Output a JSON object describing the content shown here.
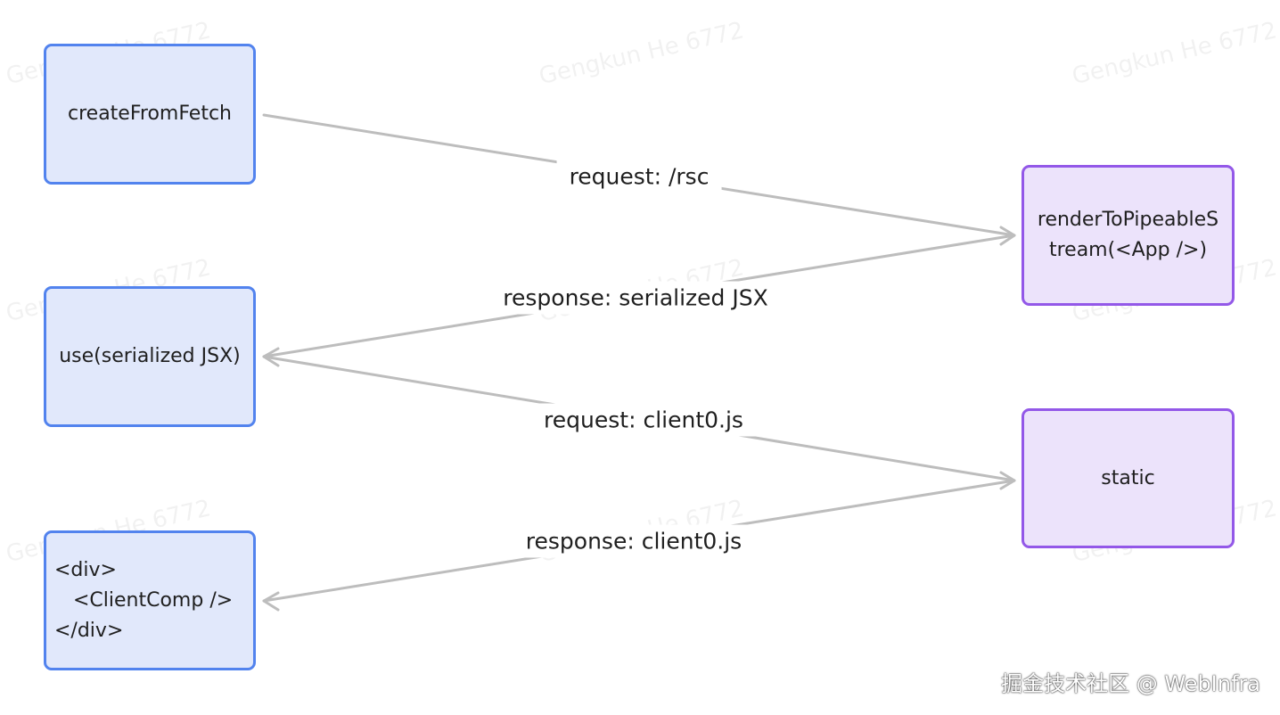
{
  "watermark": {
    "text": "Gengkun He 6772"
  },
  "colors": {
    "client_fill": "#e1e8fb",
    "client_border": "#5283ee",
    "server_fill": "#ece3fb",
    "server_border": "#9358e8",
    "edge": "#bdbdbd"
  },
  "nodes": {
    "create_from_fetch": {
      "label": "createFromFetch"
    },
    "use_serialized_jsx": {
      "label": "use(serialized JSX)"
    },
    "client_comp_tree": {
      "label": "<div>\n   <ClientComp />\n</div>"
    },
    "render_to_pipeable_stream": {
      "label": "renderToPipeableStream(<App />)"
    },
    "static": {
      "label": "static"
    }
  },
  "edges": {
    "request_rsc": {
      "label": "request: /rsc"
    },
    "response_serialized_jsx": {
      "label": "response: serialized JSX"
    },
    "request_client0": {
      "label": "request: client0.js"
    },
    "response_client0": {
      "label": "response: client0.js"
    }
  },
  "footer": {
    "credit": "掘金技术社区 @ WebInfra"
  }
}
